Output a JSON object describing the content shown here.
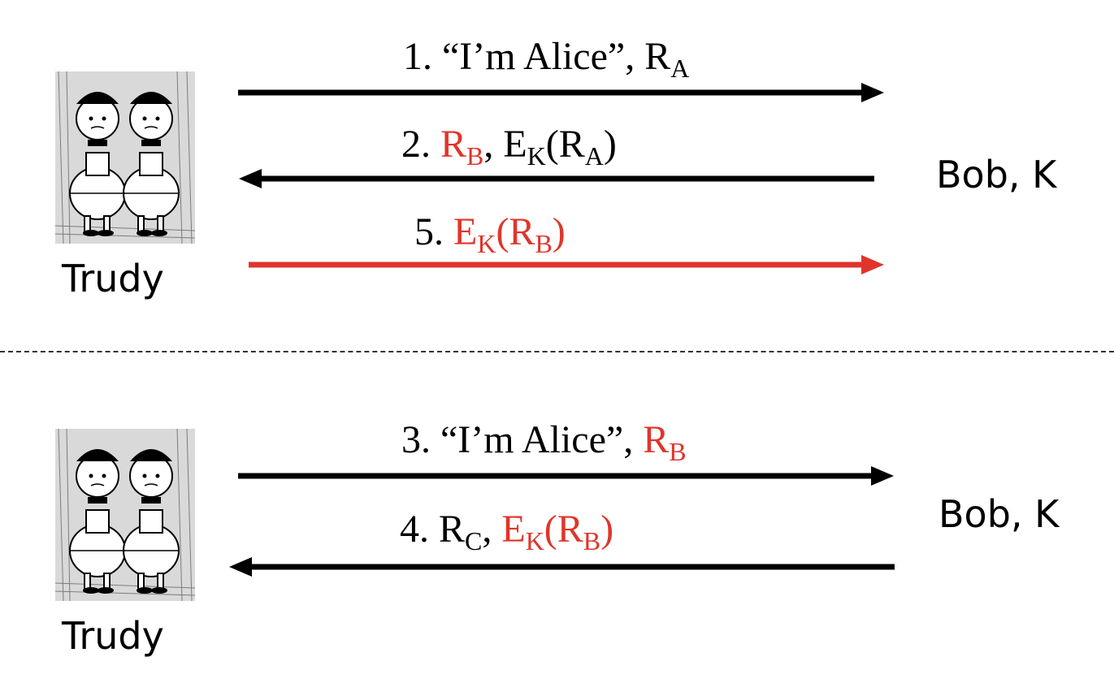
{
  "colors": {
    "black": "#000000",
    "highlight": "#e0352b"
  },
  "top": {
    "attacker_label": "Trudy",
    "target_label": "Bob, K",
    "attacker_image": "tweedledum-tweedledee-twins-illustration",
    "messages": [
      {
        "direction": "right",
        "color": "black",
        "parts": [
          {
            "t": "1. “I’m Alice”, R"
          },
          {
            "t": "A",
            "sub": true
          }
        ]
      },
      {
        "direction": "left",
        "color": "black",
        "parts": [
          {
            "t": "2. "
          },
          {
            "t": "R",
            "red": true
          },
          {
            "t": "B",
            "sub": true,
            "red": true
          },
          {
            "t": ", E"
          },
          {
            "t": "K",
            "sub": true
          },
          {
            "t": "(R"
          },
          {
            "t": "A",
            "sub": true
          },
          {
            "t": ")"
          }
        ]
      },
      {
        "direction": "right",
        "color": "highlight",
        "parts": [
          {
            "t": "5. "
          },
          {
            "t": "E",
            "red": true
          },
          {
            "t": "K",
            "sub": true,
            "red": true
          },
          {
            "t": "(R",
            "red": true
          },
          {
            "t": "B",
            "sub": true,
            "red": true
          },
          {
            "t": ")",
            "red": true
          }
        ]
      }
    ]
  },
  "bottom": {
    "attacker_label": "Trudy",
    "target_label": "Bob, K",
    "attacker_image": "tweedledum-tweedledee-twins-illustration",
    "messages": [
      {
        "direction": "right",
        "color": "black",
        "parts": [
          {
            "t": "3. “I’m Alice”, "
          },
          {
            "t": "R",
            "red": true
          },
          {
            "t": "B",
            "sub": true,
            "red": true
          }
        ]
      },
      {
        "direction": "left",
        "color": "black",
        "parts": [
          {
            "t": "4. R"
          },
          {
            "t": "C",
            "sub": true
          },
          {
            "t": ", "
          },
          {
            "t": "E",
            "red": true
          },
          {
            "t": "K",
            "sub": true,
            "red": true
          },
          {
            "t": "(R",
            "red": true
          },
          {
            "t": "B",
            "sub": true,
            "red": true
          },
          {
            "t": ")",
            "red": true
          }
        ]
      }
    ]
  }
}
